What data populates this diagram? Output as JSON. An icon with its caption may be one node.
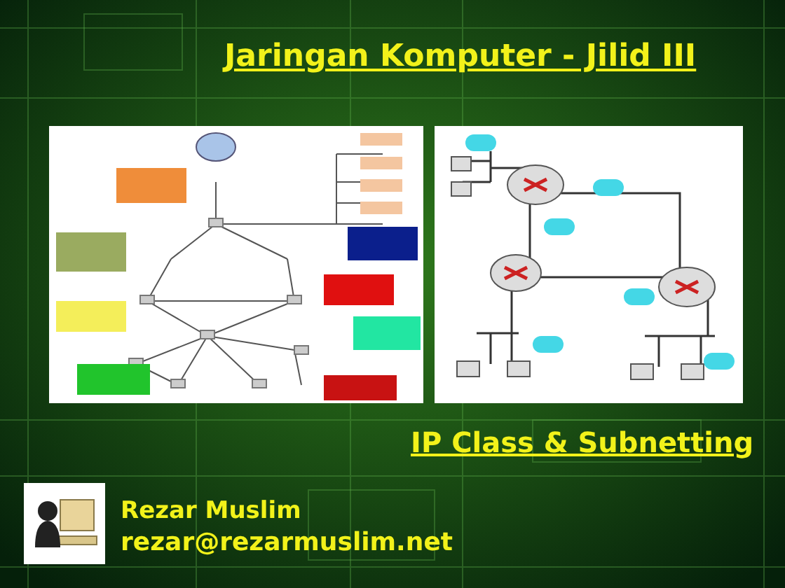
{
  "diagram": {
    "title": "Jaringan Komputer - Jilid III",
    "labels": [
      "IP Class & Subnetting",
      "Rezar Muslim",
      "rezar@rezarmuslim.net"
    ]
  }
}
